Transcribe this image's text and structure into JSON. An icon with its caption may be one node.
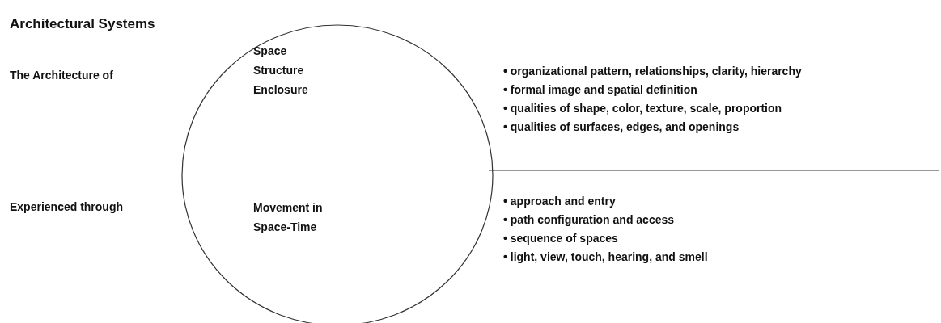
{
  "diagram": {
    "title": "Architectural Systems",
    "nodes": [
      {
        "text": [
          "Space",
          "Structure",
          "Enclosure",
          "Movement in Space-Time"
        ]
      }
    ],
    "labels": [
      "The Architecture of",
      "Experienced through",
      "• organizational pattern, relationships, clarity, hierarchy",
      "• formal image and spatial definition",
      "• qualities of shape, color, texture, scale, proportion",
      "• qualities of surfaces, edges, and openings",
      "• approach and entry",
      "• path configuration and access",
      "• sequence of spaces",
      "• light, view, touch, hearing, and smell"
    ]
  }
}
